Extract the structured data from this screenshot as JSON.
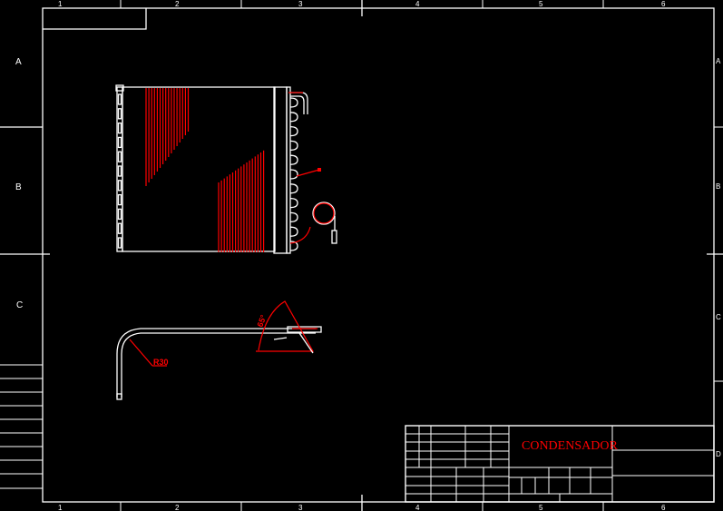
{
  "sheet": {
    "column_labels": [
      "1",
      "2",
      "3",
      "4",
      "5",
      "6"
    ],
    "row_labels": [
      "A",
      "B",
      "C",
      "D"
    ]
  },
  "title_block": {
    "title": "CONDENSADOR"
  },
  "dimensions": {
    "bend_radius": "R30",
    "angle": "65°"
  },
  "colors": {
    "outline": "#ffffff",
    "dimension": "#ff0000",
    "background": "#000000"
  }
}
